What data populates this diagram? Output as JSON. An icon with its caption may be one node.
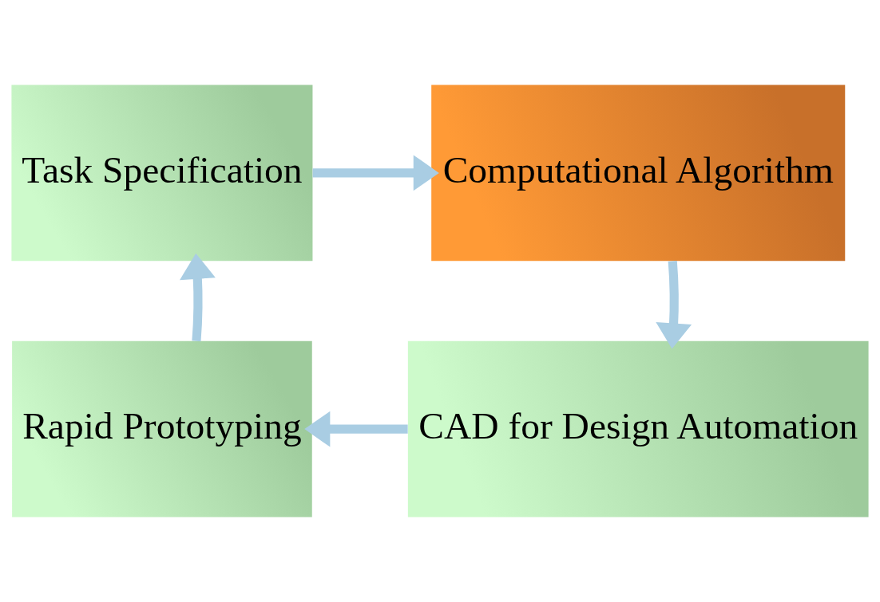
{
  "diagram": {
    "nodes": [
      {
        "text": [
          "Task Specification"
        ]
      },
      {
        "text": [
          "Computational Algorithm"
        ]
      },
      {
        "text": [
          "CAD for Design Automation"
        ]
      },
      {
        "text": [
          "Rapid Prototyping"
        ]
      }
    ],
    "edges": [
      {
        "from": 0,
        "to": 1,
        "arrow": "to"
      },
      {
        "from": 1,
        "to": 2,
        "arrow": "to"
      },
      {
        "from": 2,
        "to": 3,
        "arrow": "to"
      },
      {
        "from": 3,
        "to": 0,
        "arrow": "to"
      }
    ]
  }
}
